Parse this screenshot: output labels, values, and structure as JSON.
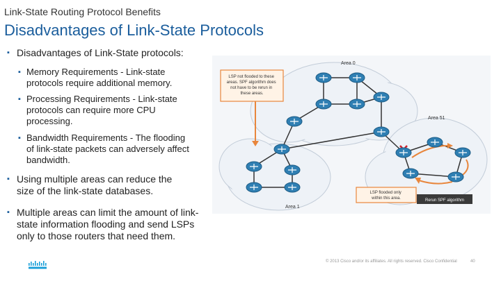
{
  "header": {
    "subtitle": "Link-State Routing Protocol Benefits",
    "title": "Disadvantages of Link-State Protocols"
  },
  "bullets": {
    "intro": "Disadvantages of Link-State protocols:",
    "memory": "Memory Requirements - Link-state protocols require additional memory.",
    "processing": "Processing Requirements - Link-state protocols can require more CPU processing.",
    "bandwidth": "Bandwidth Requirements - The flooding of link-state packets can adversely affect bandwidth.",
    "areas": "Using multiple areas can reduce the size of the link-state databases.",
    "multiple": "Multiple areas can limit the amount of link-state information flooding and send LSPs only to those routers that need them."
  },
  "diagram": {
    "area0": "Area 0",
    "area1": "Area 1",
    "area51": "Area 51",
    "callout_top_lines": [
      "LSP not flooded to these",
      "areas. SPF algorithm does",
      "not have to be rerun in",
      "these areas."
    ],
    "callout_bottom_lines": [
      "LSP flooded only",
      "within this area."
    ],
    "rerun_label": "Rerun SPF algorithm",
    "accent_color": "#e8863c",
    "cloud_color": "#eef2f7",
    "router_color": "#2f7fb3"
  },
  "footer": {
    "copyright": "© 2013 Cisco and/or its affiliates. All rights reserved.    Cisco Confidential",
    "page": "40"
  }
}
